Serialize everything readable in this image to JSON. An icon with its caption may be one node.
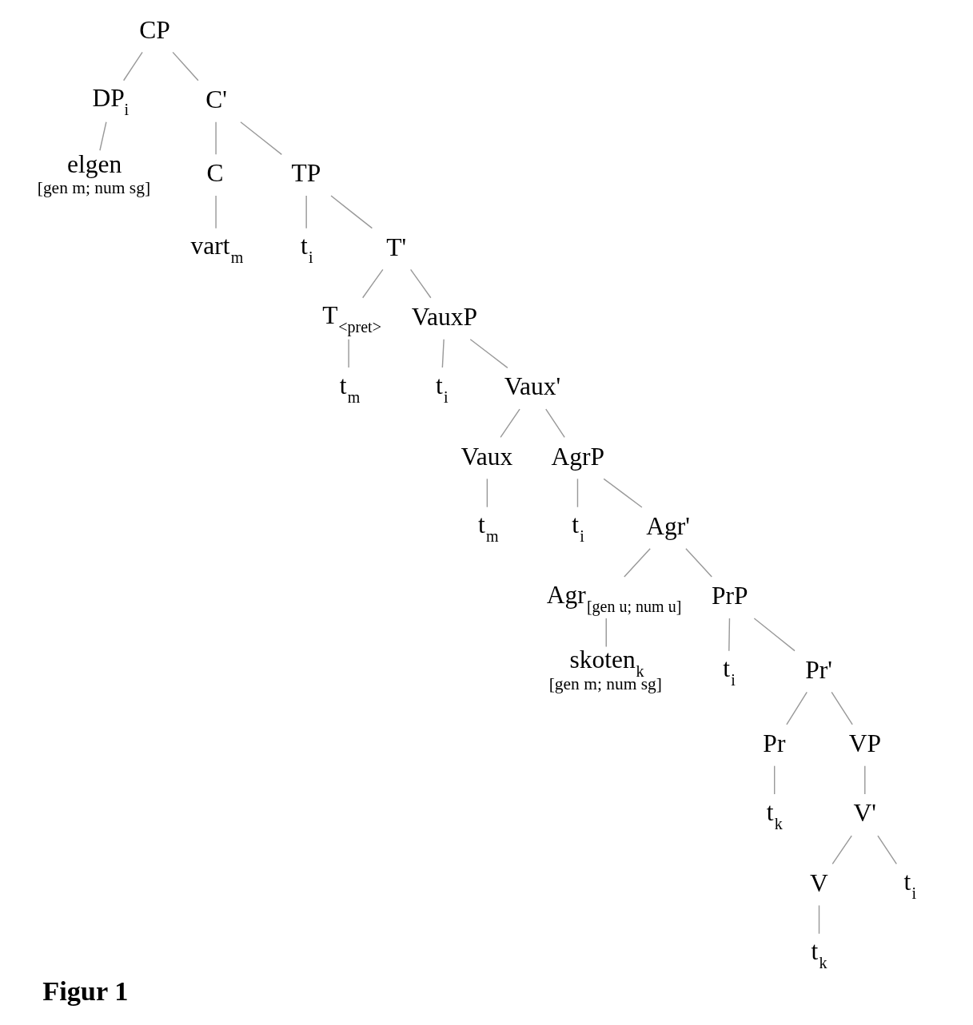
{
  "diagram": {
    "caption": "Figur 1",
    "nodes": [
      {
        "text": [
          "CP"
        ]
      },
      {
        "text": [
          "DP$_{i}$"
        ]
      },
      {
        "text": [
          "C'"
        ]
      },
      {
        "text": [
          "elgen",
          "[gen m; num sg]"
        ]
      },
      {
        "text": [
          "C"
        ]
      },
      {
        "text": [
          "TP"
        ]
      },
      {
        "text": [
          "vart$_{m}$"
        ]
      },
      {
        "text": [
          "t$_{i}$"
        ]
      },
      {
        "text": [
          "T'"
        ]
      },
      {
        "text": [
          "T$_{<pret>}$"
        ]
      },
      {
        "text": [
          "VauxP"
        ]
      },
      {
        "text": [
          "t$_{m}$"
        ]
      },
      {
        "text": [
          "t$_{i}$"
        ]
      },
      {
        "text": [
          "Vaux'"
        ]
      },
      {
        "text": [
          "Vaux"
        ]
      },
      {
        "text": [
          "AgrP"
        ]
      },
      {
        "text": [
          "t$_{m}$"
        ]
      },
      {
        "text": [
          "t$_{i}$"
        ]
      },
      {
        "text": [
          "Agr'"
        ]
      },
      {
        "text": [
          "Agr$_{[gen u; num u]}$"
        ]
      },
      {
        "text": [
          "PrP"
        ]
      },
      {
        "text": [
          "skoten$_{k}$",
          "[gen m; num sg]"
        ]
      },
      {
        "text": [
          "t$_{i}$"
        ]
      },
      {
        "text": [
          "Pr'"
        ]
      },
      {
        "text": [
          "Pr"
        ]
      },
      {
        "text": [
          "VP"
        ]
      },
      {
        "text": [
          "t$_{k}$"
        ]
      },
      {
        "text": [
          "V'"
        ]
      },
      {
        "text": [
          "V"
        ]
      },
      {
        "text": [
          "t$_{i}$"
        ]
      },
      {
        "text": [
          "t$_{k}$"
        ]
      }
    ],
    "edges": [
      {
        "from": 0,
        "to": 1,
        "arrow": "none"
      },
      {
        "from": 0,
        "to": 2,
        "arrow": "none"
      },
      {
        "from": 1,
        "to": 3,
        "arrow": "none"
      },
      {
        "from": 2,
        "to": 4,
        "arrow": "none"
      },
      {
        "from": 2,
        "to": 5,
        "arrow": "none"
      },
      {
        "from": 4,
        "to": 6,
        "arrow": "none"
      },
      {
        "from": 5,
        "to": 7,
        "arrow": "none"
      },
      {
        "from": 5,
        "to": 8,
        "arrow": "none"
      },
      {
        "from": 8,
        "to": 9,
        "arrow": "none"
      },
      {
        "from": 8,
        "to": 10,
        "arrow": "none"
      },
      {
        "from": 9,
        "to": 11,
        "arrow": "none"
      },
      {
        "from": 10,
        "to": 12,
        "arrow": "none"
      },
      {
        "from": 10,
        "to": 13,
        "arrow": "none"
      },
      {
        "from": 13,
        "to": 14,
        "arrow": "none"
      },
      {
        "from": 13,
        "to": 15,
        "arrow": "none"
      },
      {
        "from": 14,
        "to": 16,
        "arrow": "none"
      },
      {
        "from": 15,
        "to": 17,
        "arrow": "none"
      },
      {
        "from": 15,
        "to": 18,
        "arrow": "none"
      },
      {
        "from": 18,
        "to": 19,
        "arrow": "none"
      },
      {
        "from": 18,
        "to": 20,
        "arrow": "none"
      },
      {
        "from": 19,
        "to": 21,
        "arrow": "none"
      },
      {
        "from": 20,
        "to": 22,
        "arrow": "none"
      },
      {
        "from": 20,
        "to": 23,
        "arrow": "none"
      },
      {
        "from": 23,
        "to": 24,
        "arrow": "none"
      },
      {
        "from": 23,
        "to": 25,
        "arrow": "none"
      },
      {
        "from": 24,
        "to": 26,
        "arrow": "none"
      },
      {
        "from": 25,
        "to": 27,
        "arrow": "none"
      },
      {
        "from": 27,
        "to": 28,
        "arrow": "none"
      },
      {
        "from": 27,
        "to": 29,
        "arrow": "none"
      },
      {
        "from": 28,
        "to": 30,
        "arrow": "none"
      }
    ]
  }
}
